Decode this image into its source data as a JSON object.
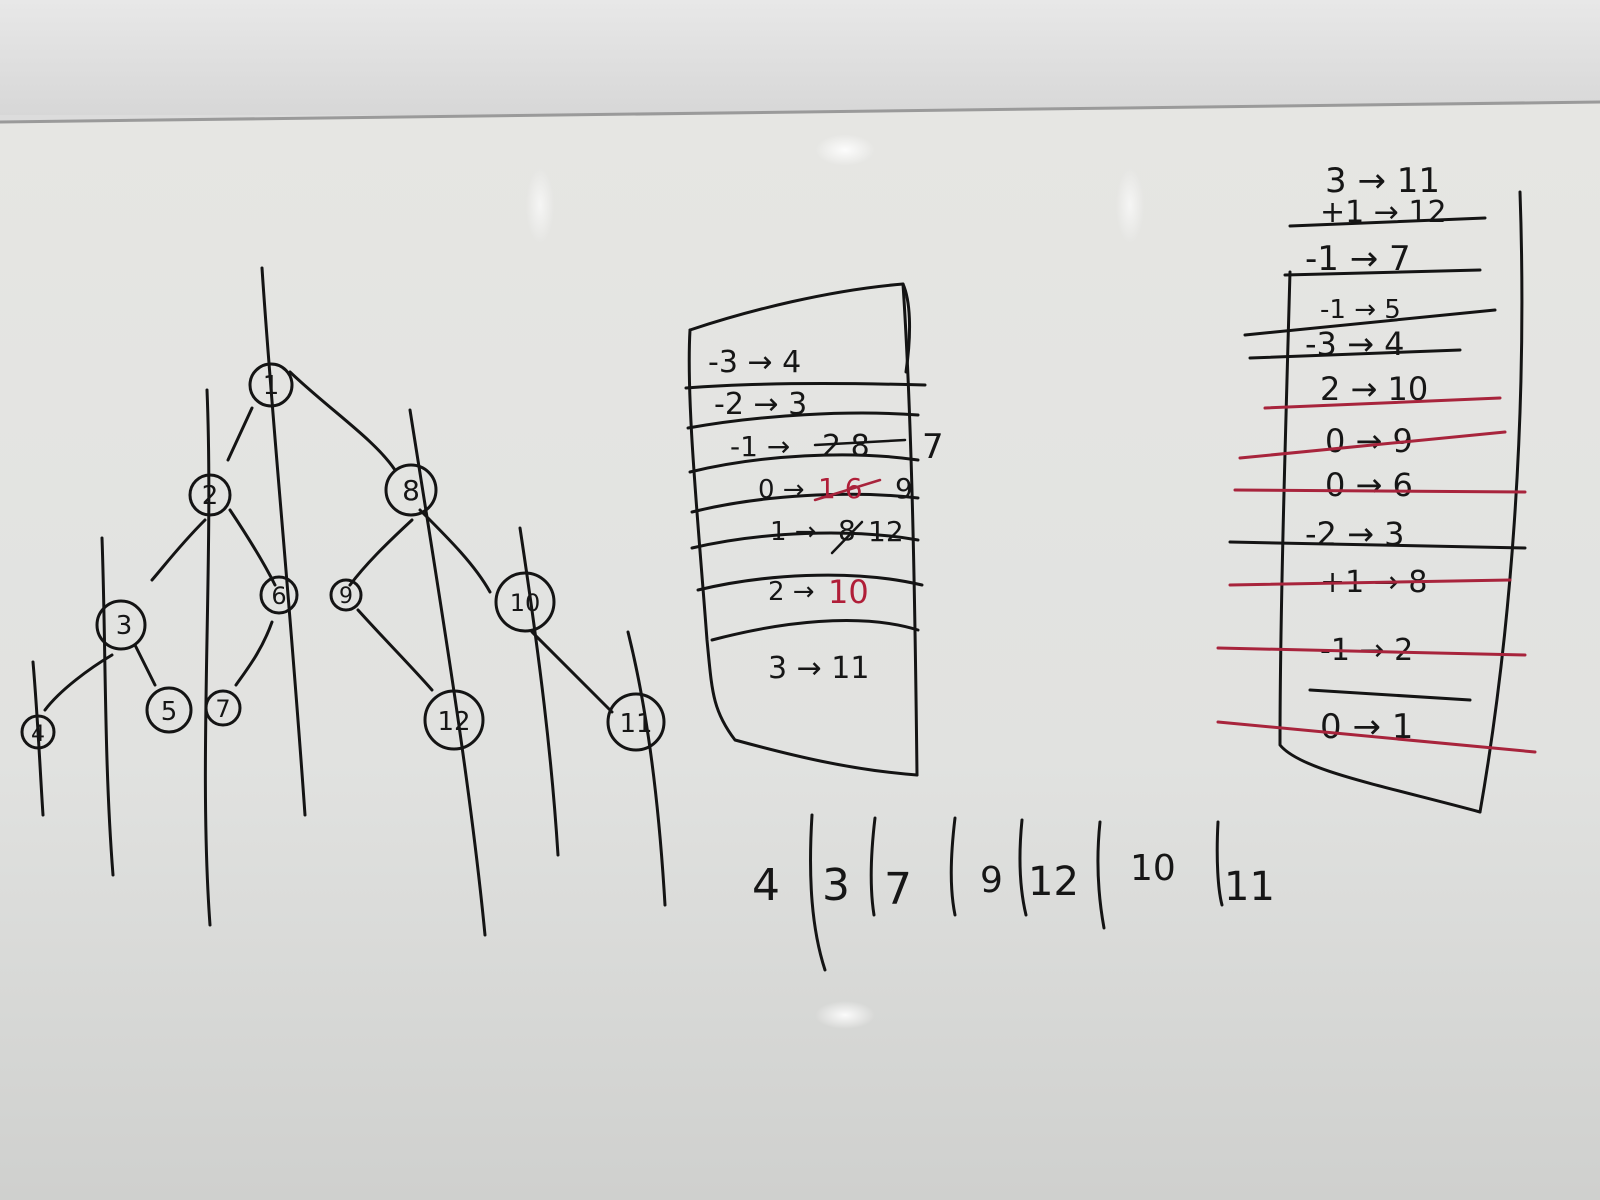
{
  "tree": {
    "nodes": [
      {
        "id": "n1",
        "label": "1"
      },
      {
        "id": "n2",
        "label": "2"
      },
      {
        "id": "n3",
        "label": "3"
      },
      {
        "id": "n4",
        "label": "4"
      },
      {
        "id": "n5",
        "label": "5"
      },
      {
        "id": "n6",
        "label": "6"
      },
      {
        "id": "n7",
        "label": "7"
      },
      {
        "id": "n8",
        "label": "8"
      },
      {
        "id": "n9",
        "label": "9"
      },
      {
        "id": "n10",
        "label": "10"
      },
      {
        "id": "n11",
        "label": "11"
      },
      {
        "id": "n12",
        "label": "12"
      }
    ]
  },
  "middle_table": {
    "rows": [
      {
        "text": "-3 → 4"
      },
      {
        "text": "-2 → 3"
      },
      {
        "text": "-1 →",
        "struck": "2 8",
        "current": "7"
      },
      {
        "text": "0 →",
        "struck": "1 6",
        "current": "9"
      },
      {
        "text": "1 →",
        "struck": "8",
        "current": "12"
      },
      {
        "text": "2 →",
        "current": "10"
      },
      {
        "text": "3 → 11"
      }
    ]
  },
  "right_list": {
    "rows": [
      {
        "text": "3 → 11"
      },
      {
        "text": "+1 → 12"
      },
      {
        "text": "-1 → 7"
      },
      {
        "text": "-1 → 5"
      },
      {
        "text": "-3 → 4"
      },
      {
        "text": "2 → 10"
      },
      {
        "text": "0 → 9"
      },
      {
        "text": "0 → 6"
      },
      {
        "text": "-2 → 3"
      },
      {
        "text": "+1 → 8"
      },
      {
        "text": "-1 → 2"
      },
      {
        "text": "0 → 1"
      }
    ]
  },
  "output_sequence": {
    "items": [
      "4",
      "3",
      "7",
      "9",
      "12",
      "10",
      "11"
    ]
  },
  "colors": {
    "board": "#e9e9e6",
    "ink": "#141414",
    "red_ink": "#b01e38"
  }
}
